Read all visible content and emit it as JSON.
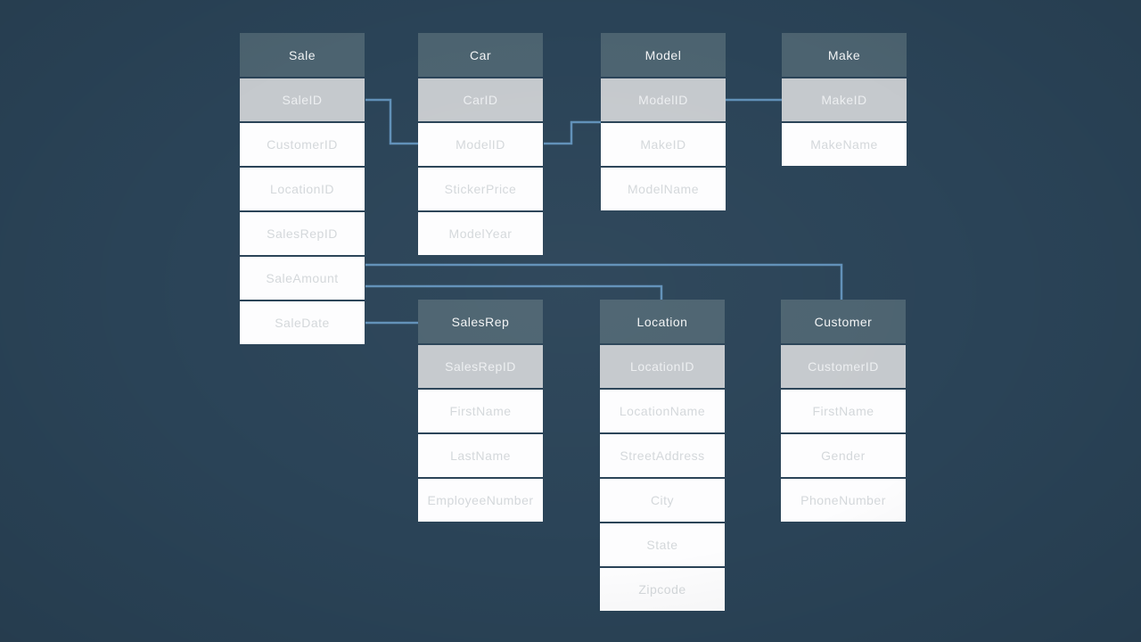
{
  "colors": {
    "background": "#2a4357",
    "table_header": "#4c6370",
    "table_header_text": "#f2f4f5",
    "key_row": "#c5c9cd",
    "key_row_text": "#edeff1",
    "row_background": "#fdfdfe",
    "row_text": "#d4d8db",
    "connector": "#6090b8"
  },
  "tables": [
    {
      "title": "Sale",
      "rows": [
        {
          "label": "SaleID",
          "pk": true
        },
        {
          "label": "CustomerID",
          "pk": false
        },
        {
          "label": "LocationID",
          "pk": false
        },
        {
          "label": "SalesRepID",
          "pk": false
        },
        {
          "label": "SaleAmount",
          "pk": false
        },
        {
          "label": "SaleDate",
          "pk": false
        }
      ]
    },
    {
      "title": "Car",
      "rows": [
        {
          "label": "CarID",
          "pk": true
        },
        {
          "label": "ModelID",
          "pk": false
        },
        {
          "label": "StickerPrice",
          "pk": false
        },
        {
          "label": "ModelYear",
          "pk": false
        }
      ]
    },
    {
      "title": "Model",
      "rows": [
        {
          "label": "ModelID",
          "pk": true
        },
        {
          "label": "MakeID",
          "pk": false
        },
        {
          "label": "ModelName",
          "pk": false
        }
      ]
    },
    {
      "title": "Make",
      "rows": [
        {
          "label": "MakeID",
          "pk": true
        },
        {
          "label": "MakeName",
          "pk": false
        }
      ]
    },
    {
      "title": "SalesRep",
      "rows": [
        {
          "label": "SalesRepID",
          "pk": true
        },
        {
          "label": "FirstName",
          "pk": false
        },
        {
          "label": "LastName",
          "pk": false
        },
        {
          "label": "EmployeeNumber",
          "pk": false
        }
      ]
    },
    {
      "title": "Location",
      "rows": [
        {
          "label": "LocationID",
          "pk": true
        },
        {
          "label": "LocationName",
          "pk": false
        },
        {
          "label": "StreetAddress",
          "pk": false
        },
        {
          "label": "City",
          "pk": false
        },
        {
          "label": "State",
          "pk": false
        },
        {
          "label": "Zipcode",
          "pk": false
        }
      ]
    },
    {
      "title": "Customer",
      "rows": [
        {
          "label": "CustomerID",
          "pk": true
        },
        {
          "label": "FirstName",
          "pk": false
        },
        {
          "label": "Gender",
          "pk": false
        },
        {
          "label": "PhoneNumber",
          "pk": false
        }
      ]
    }
  ],
  "relationships": [
    {
      "from": "Sale.SaleID",
      "to": "Car.ModelID"
    },
    {
      "from": "Car.ModelID",
      "to": "Model.ModelID"
    },
    {
      "from": "Model.ModelID",
      "to": "Make.MakeID"
    },
    {
      "from": "Sale",
      "to": "Customer"
    },
    {
      "from": "Sale",
      "to": "Location"
    },
    {
      "from": "Sale.SaleDate",
      "to": "SalesRep"
    }
  ]
}
